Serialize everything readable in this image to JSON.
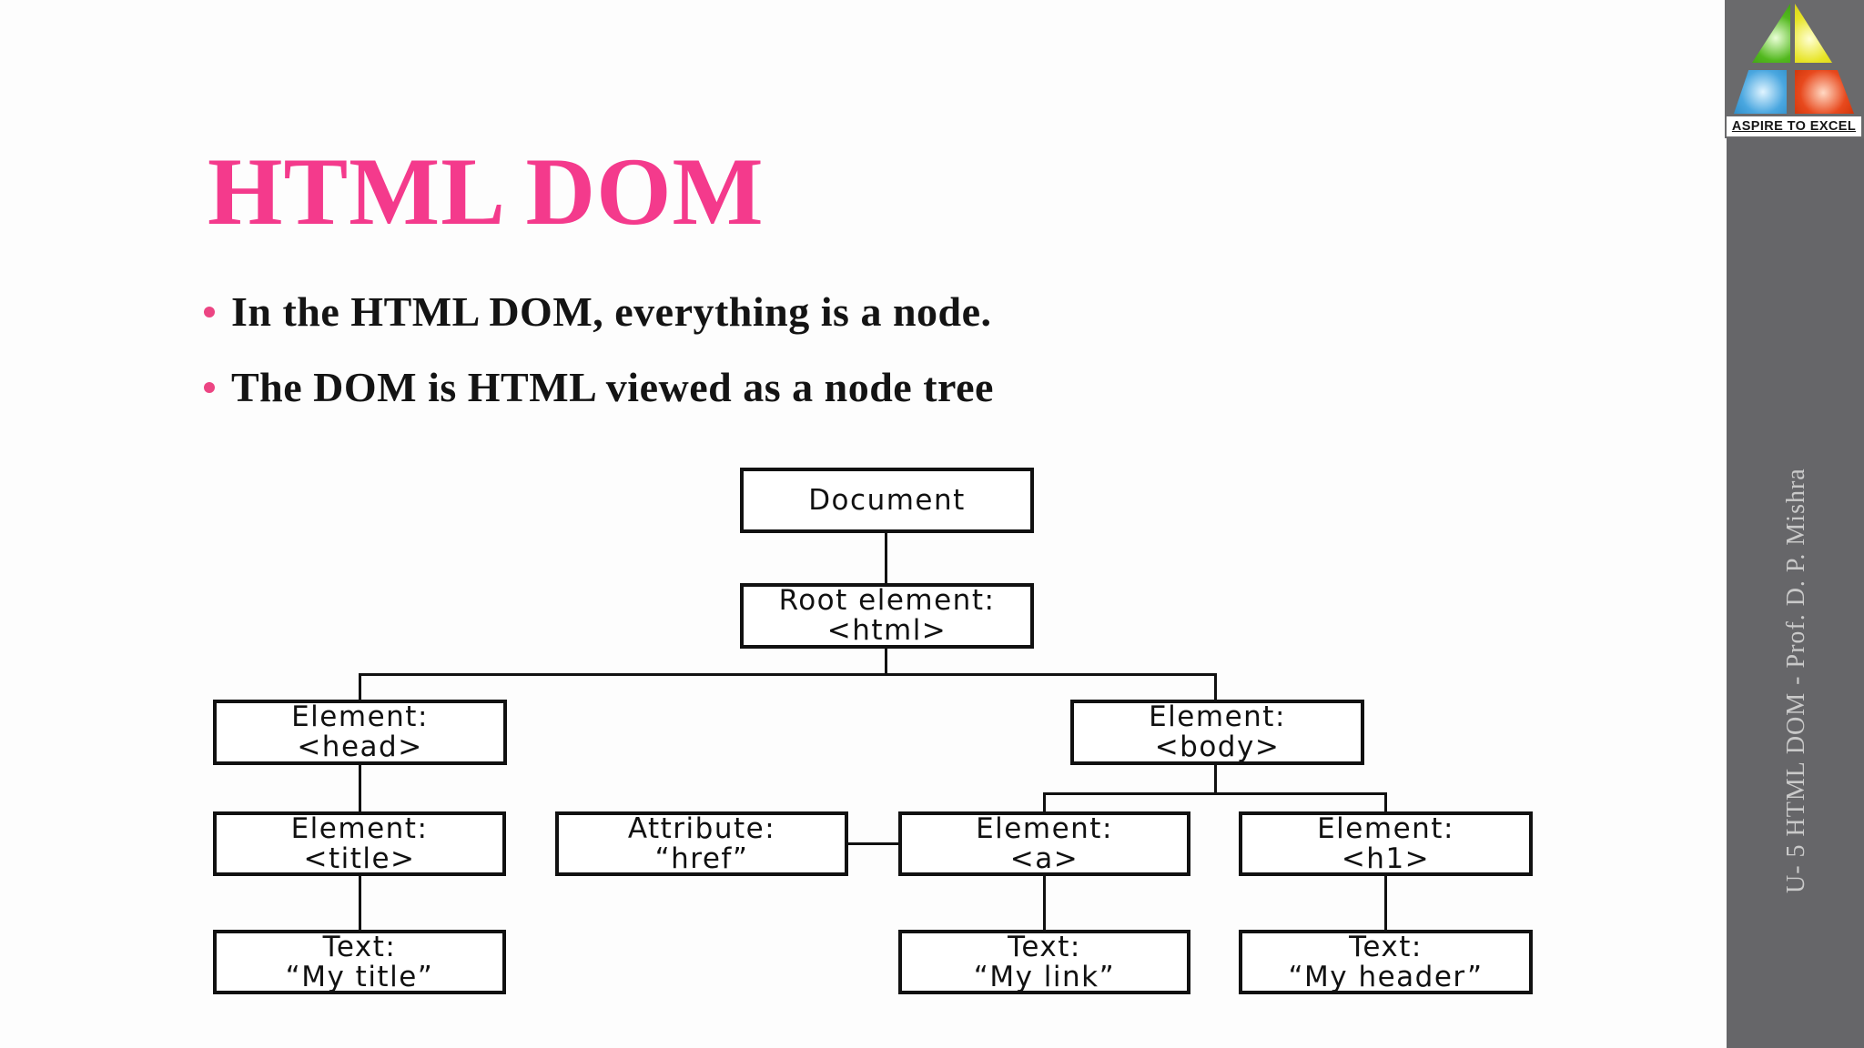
{
  "slide": {
    "title": "HTML DOM",
    "bullets": [
      "In the HTML DOM, everything is a node.",
      "The DOM is HTML viewed as a node tree"
    ]
  },
  "diagram": {
    "nodes": {
      "document": {
        "line1": "Document",
        "line2": ""
      },
      "root": {
        "line1": "Root element:",
        "line2": "<html>"
      },
      "head": {
        "line1": "Element:",
        "line2": "<head>"
      },
      "body": {
        "line1": "Element:",
        "line2": "<body>"
      },
      "title": {
        "line1": "Element:",
        "line2": "<title>"
      },
      "attribute": {
        "line1": "Attribute:",
        "line2": "“href”"
      },
      "anchor": {
        "line1": "Element:",
        "line2": "<a>"
      },
      "h1": {
        "line1": "Element:",
        "line2": "<h1>"
      },
      "text_title": {
        "line1": "Text:",
        "line2": "“My title”"
      },
      "text_link": {
        "line1": "Text:",
        "line2": "“My link”"
      },
      "text_header": {
        "line1": "Text:",
        "line2": "“My header”"
      }
    }
  },
  "logo": {
    "tagline": "ASPIRE TO EXCEL"
  },
  "sidebar": {
    "vertical_text": "U- 5 HTML DOM  - Prof. D. P. Mishra"
  },
  "colors": {
    "title_pink": "#f43a8c",
    "bullet_dot_pink": "#ec4583",
    "sidebar_gray": "#666669",
    "sidebar_text_gray": "#c9c9c9",
    "diagram_ink": "#111111",
    "logo_green": "#52b81e",
    "logo_yellow": "#e7e426",
    "logo_blue": "#4aa7e0",
    "logo_red": "#e8491d"
  }
}
